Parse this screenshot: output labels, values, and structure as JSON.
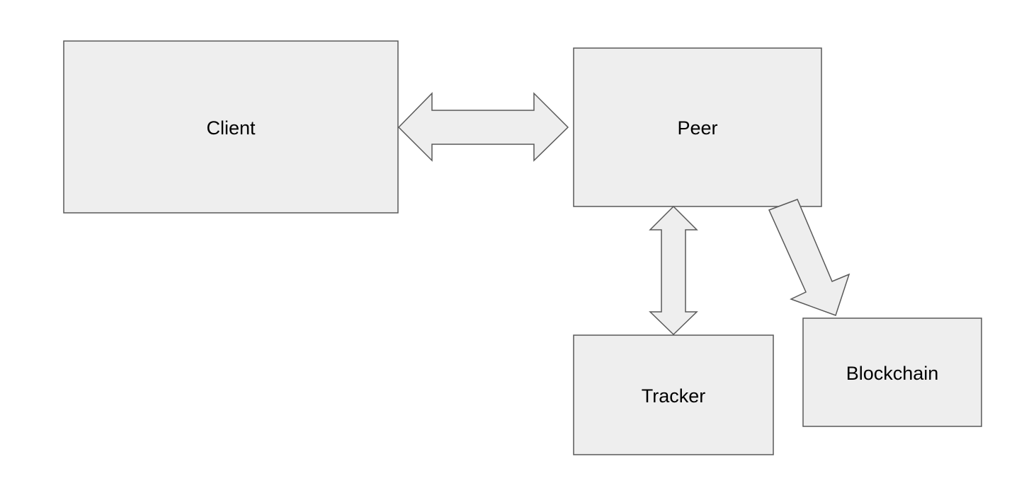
{
  "nodes": {
    "client": {
      "label": "Client"
    },
    "peer": {
      "label": "Peer"
    },
    "tracker": {
      "label": "Tracker"
    },
    "blockchain": {
      "label": "Blockchain"
    }
  },
  "connections": [
    {
      "from": "client",
      "to": "peer",
      "style": "double-headed block arrow"
    },
    {
      "from": "peer",
      "to": "tracker",
      "style": "double-headed block arrow"
    },
    {
      "from": "peer",
      "to": "blockchain",
      "style": "single-headed block arrow"
    }
  ],
  "colors": {
    "fill": "#eeeeee",
    "stroke": "#595959",
    "text": "#000000",
    "background": "#ffffff"
  }
}
